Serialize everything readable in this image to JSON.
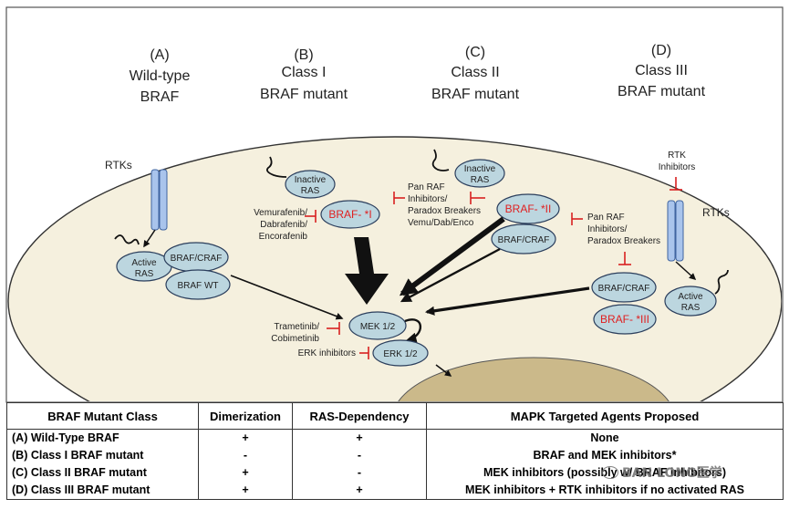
{
  "columns": [
    {
      "letter": "(A)",
      "line1": "Wild-type",
      "line2": "BRAF"
    },
    {
      "letter": "(B)",
      "line1": "Class I",
      "line2": "BRAF mutant"
    },
    {
      "letter": "(C)",
      "line1": "Class II",
      "line2": "BRAF mutant"
    },
    {
      "letter": "(D)",
      "line1": "Class III",
      "line2": "BRAF mutant"
    }
  ],
  "labels": {
    "rtks_left": "RTKs",
    "rtks_right": "RTKs",
    "rtk_inhibitors": [
      "RTK",
      "Inhibitors"
    ],
    "vemurafenib": [
      "Vemurafenib/",
      "Dabrafenib/",
      "Encorafenib"
    ],
    "pan_raf_c": [
      "Pan RAF",
      "Inhibitors/",
      "Paradox Breakers",
      "Vemu/Dab/Enco"
    ],
    "pan_raf_d": [
      "Pan RAF",
      "Inhibitors/",
      "Paradox Breakers"
    ],
    "trametinib": [
      "Trametinib/",
      "Cobimetinib"
    ],
    "erk_inhibitors": "ERK inhibitors"
  },
  "nodes": {
    "active_ras_a": [
      "Active",
      "RAS"
    ],
    "braf_craf_a": "BRAF/CRAF",
    "braf_wt": "BRAF WT",
    "inactive_ras_b": [
      "Inactive",
      "RAS"
    ],
    "braf_class1": "BRAF- *I",
    "inactive_ras_c": [
      "Inactive",
      "RAS"
    ],
    "braf_class2": "BRAF- *II",
    "braf_craf_c": "BRAF/CRAF",
    "braf_craf_d": "BRAF/CRAF",
    "braf_class3": "BRAF- *III",
    "active_ras_d": [
      "Active",
      "RAS"
    ],
    "mek": "MEK 1/2",
    "erk": "ERK 1/2"
  },
  "table": {
    "headers": [
      "BRAF Mutant Class",
      "Dimerization",
      "RAS-Dependency",
      "MAPK Targeted Agents Proposed"
    ],
    "rows": [
      {
        "cls": "(A) Wild-Type BRAF",
        "dimer": "+",
        "ras": "+",
        "agents": "None"
      },
      {
        "cls": "(B) Class I BRAF mutant",
        "dimer": "-",
        "ras": "-",
        "agents": "BRAF and MEK inhibitors*"
      },
      {
        "cls": "(C) Class II BRAF mutant",
        "dimer": "+",
        "ras": "-",
        "agents": "MEK inhibitors (possibly w/ BRAF inhibitors)"
      },
      {
        "cls": "(D) Class III BRAF mutant",
        "dimer": "+",
        "ras": "+",
        "agents": "MEK inhibitors + RTK inhibitors if no activated RAS"
      }
    ]
  },
  "watermark": "BAN LONG医学",
  "colors": {
    "cell_fill": "#f5f0de",
    "nucleus_fill": "#cbb98a",
    "node_fill": "#bcd6df",
    "mutant_text": "#e02020",
    "inhibitor": "#d82020"
  }
}
